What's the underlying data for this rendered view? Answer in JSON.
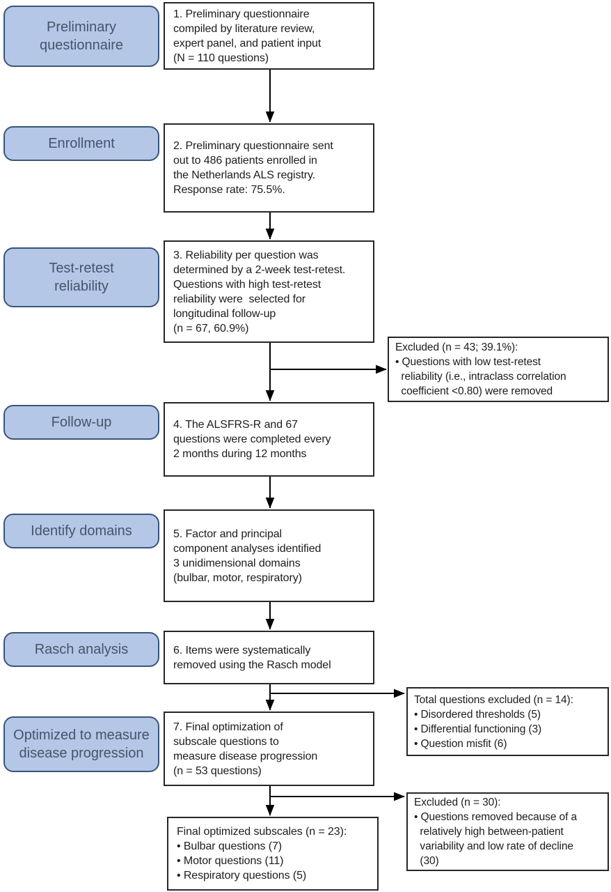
{
  "colors": {
    "label_fill": "#b4c7e7",
    "label_border": "#3a5578",
    "label_text": "#44546a",
    "box_border": "#262626",
    "box_text": "#1c1c1c",
    "arrow": "#000000",
    "background": "#ffffff"
  },
  "flow": {
    "stage_labels": [
      {
        "lines": [
          "Preliminary",
          "questionnaire"
        ]
      },
      {
        "lines": [
          "Enrollment"
        ]
      },
      {
        "lines": [
          "Test-retest",
          "reliability"
        ]
      },
      {
        "lines": [
          "Follow-up"
        ]
      },
      {
        "lines": [
          "Identify domains"
        ]
      },
      {
        "lines": [
          "Rasch analysis"
        ]
      },
      {
        "lines": [
          "Optimized to measure",
          "disease progression"
        ]
      }
    ],
    "steps": [
      {
        "lines": [
          "1. Preliminary questionnaire",
          "compiled by literature review,",
          "expert panel, and patient input",
          "(N = 110 questions)"
        ]
      },
      {
        "lines": [
          "2. Preliminary questionnaire sent",
          "out to 486 patients enrolled in",
          "the Netherlands ALS registry.",
          "Response rate: 75.5%."
        ]
      },
      {
        "lines": [
          "3. Reliability per question was",
          "determined by a 2-week test-retest.",
          "Questions with high test-retest",
          "reliability were  selected for",
          "longitudinal follow-up",
          "(n = 67, 60.9%)"
        ]
      },
      {
        "lines": [
          "4. The ALSFRS-R and 67",
          "questions were completed every",
          "2 months during 12 months"
        ]
      },
      {
        "lines": [
          "5. Factor and principal",
          "component analyses identified",
          "3 unidimensional domains",
          "(bulbar, motor, respiratory)"
        ]
      },
      {
        "lines": [
          "6. Items were systematically",
          "removed using the Rasch model"
        ]
      },
      {
        "lines": [
          "7. Final optimization of",
          "subscale questions to",
          "measure disease progression",
          "(n = 53 questions)"
        ]
      }
    ],
    "final_box": {
      "lines": [
        "Final optimized subscales (n = 23):",
        "• Bulbar questions (7)",
        "• Motor questions (11)",
        "• Respiratory questions (5)"
      ]
    },
    "side_boxes": [
      {
        "lines": [
          "Excluded (n = 43; 39.1%):",
          "• Questions with low test-retest",
          "  reliability (i.e., intraclass correlation",
          "  coefficient <0.80) were removed"
        ]
      },
      {
        "lines": [
          "Total questions excluded (n = 14):",
          "• Disordered thresholds (5)",
          "• Differential functioning (3)",
          "• Question misfit (6)"
        ]
      },
      {
        "lines": [
          "Excluded (n = 30):",
          "• Questions removed because of a",
          "  relatively high between-patient",
          "  variability and low rate of decline",
          "  (30)"
        ]
      }
    ]
  }
}
